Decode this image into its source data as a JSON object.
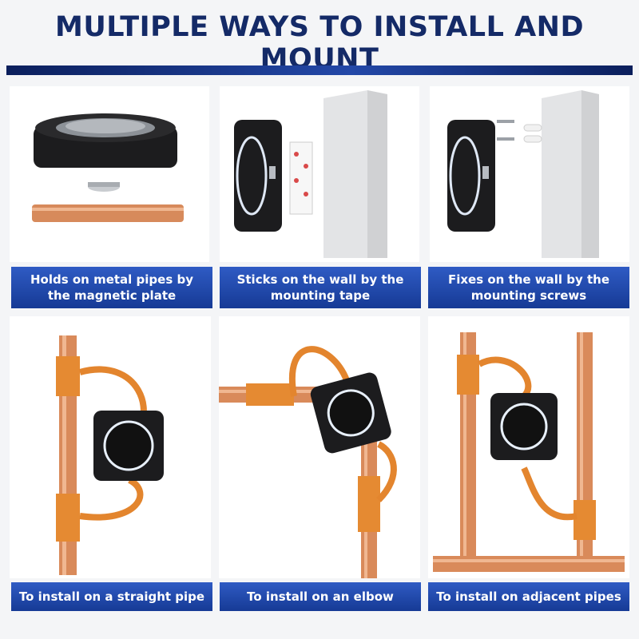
{
  "title": "MULTIPLE WAYS TO INSTALL AND MOUNT",
  "top_captions": [
    {
      "line1": "Holds on metal pipes by",
      "line2": "the magnetic plate"
    },
    {
      "line1": "Sticks on the wall by the",
      "line2": "mounting tape"
    },
    {
      "line1": "Fixes on the wall by the",
      "line2": "mounting screws"
    }
  ],
  "bottom_captions": [
    {
      "text": "To install on a straight pipe"
    },
    {
      "text": "To install on an elbow"
    },
    {
      "text": "To install on adjacent pipes"
    }
  ],
  "colors": {
    "title": "#142a67",
    "caption_bg": "#1f47a8",
    "device": "#1c1c1e",
    "ring": "#dfe8f5",
    "copper": "#d98a5a",
    "strap": "#e3852e"
  }
}
